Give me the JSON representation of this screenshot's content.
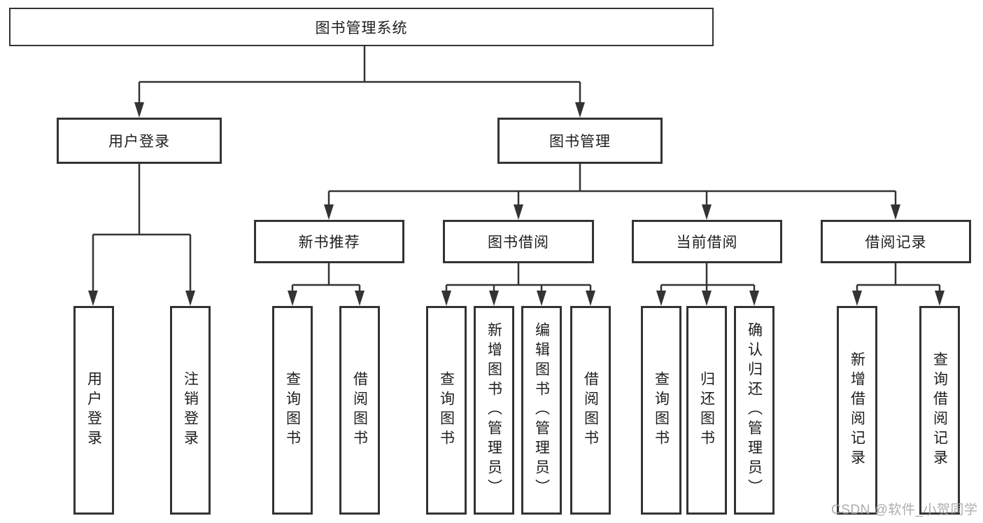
{
  "diagram": {
    "type": "hierarchy-tree",
    "root": {
      "label": "图书管理系统",
      "children": [
        {
          "label": "用户登录",
          "children": [
            {
              "label": "用户登录"
            },
            {
              "label": "注销登录"
            }
          ]
        },
        {
          "label": "图书管理",
          "children": [
            {
              "label": "新书推荐",
              "children": [
                {
                  "label": "查询图书"
                },
                {
                  "label": "借阅图书"
                }
              ]
            },
            {
              "label": "图书借阅",
              "children": [
                {
                  "label": "查询图书"
                },
                {
                  "label": "新增图书（管理员）"
                },
                {
                  "label": "编辑图书（管理员）"
                },
                {
                  "label": "借阅图书"
                }
              ]
            },
            {
              "label": "当前借阅",
              "children": [
                {
                  "label": "查询图书"
                },
                {
                  "label": "归还图书"
                },
                {
                  "label": "确认归还（管理员）"
                }
              ]
            },
            {
              "label": "借阅记录",
              "children": [
                {
                  "label": "新增借阅记录"
                },
                {
                  "label": "查询借阅记录"
                }
              ]
            }
          ]
        }
      ]
    }
  },
  "watermark": "CSDN @软件_小贺同学",
  "colors": {
    "line": "#333333",
    "box_border": "#333333",
    "box_fill": "#ffffff",
    "text": "#1e1e1e",
    "watermark": "#a4a4a4",
    "background": "#ffffff"
  }
}
